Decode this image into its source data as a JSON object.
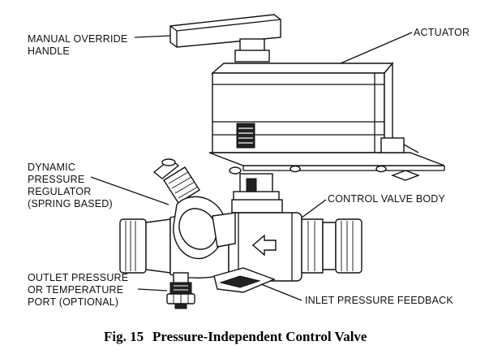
{
  "labels": {
    "manual_override_1": "MANUAL OVERRIDE",
    "manual_override_2": "HANDLE",
    "actuator": "ACTUATOR",
    "dynamic_1": "DYNAMIC",
    "dynamic_2": "PRESSURE",
    "dynamic_3": "REGULATOR",
    "dynamic_4": "(SPRING BASED)",
    "control_valve_body": "CONTROL VALVE BODY",
    "outlet_1": "OUTLET PRESSURE",
    "outlet_2": "OR TEMPERATURE",
    "outlet_3": "PORT (OPTIONAL)",
    "inlet_feedback": "INLET PRESSURE FEEDBACK"
  },
  "caption": {
    "fig": "Fig. 15",
    "title": "Pressure-Independent Control Valve"
  }
}
